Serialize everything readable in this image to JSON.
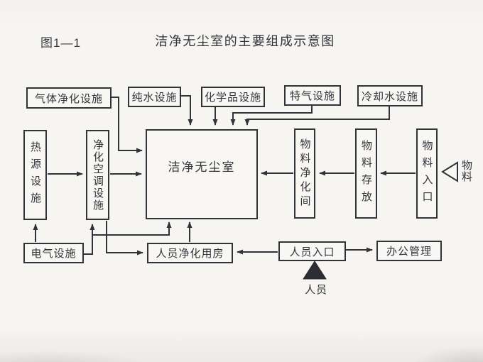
{
  "figure": {
    "number": "图1—1",
    "title": "洁净无尘室的主要组成示意图"
  },
  "nodes": {
    "gas_purification": "气体净化设施",
    "pure_water": "纯水设施",
    "chemical": "化学品设施",
    "special_gas": "特气设施",
    "cooling_water": "冷却水设施",
    "heat_source": "热源设施",
    "hvac": "净化空调设施",
    "cleanroom": "洁净无尘室",
    "material_purification": "物料净化间",
    "material_storage": "物料存放",
    "material_entrance": "物料入口",
    "electrical": "电气设施",
    "personnel_purification": "人员净化用房",
    "personnel_entrance": "人员入口",
    "office": "办公管理",
    "material_flow": "物料",
    "personnel_flow": "人员"
  },
  "edges": [
    {
      "from": "gas_purification",
      "to": "cleanroom"
    },
    {
      "from": "pure_water",
      "to": "cleanroom"
    },
    {
      "from": "chemical",
      "to": "cleanroom"
    },
    {
      "from": "special_gas",
      "to": "cleanroom"
    },
    {
      "from": "cooling_water",
      "to": "cleanroom"
    },
    {
      "from": "heat_source",
      "to": "hvac"
    },
    {
      "from": "hvac",
      "to": "cleanroom"
    },
    {
      "from": "material_entrance",
      "to": "material_storage"
    },
    {
      "from": "material_storage",
      "to": "material_purification"
    },
    {
      "from": "material_purification",
      "to": "cleanroom"
    },
    {
      "from": "electrical",
      "to": "heat_source"
    },
    {
      "from": "electrical",
      "to": "hvac"
    },
    {
      "from": "electrical",
      "to": "cleanroom"
    },
    {
      "from": "hvac",
      "to": "personnel_purification"
    },
    {
      "from": "personnel_purification",
      "to": "cleanroom"
    },
    {
      "from": "personnel_entrance",
      "to": "personnel_purification"
    },
    {
      "from": "personnel_entrance",
      "to": "office"
    },
    {
      "from": "material_flow",
      "to": "material_entrance"
    },
    {
      "from": "personnel_flow",
      "to": "personnel_entrance"
    }
  ],
  "colors": {
    "line": "#32323a",
    "paper": "#f7f5f2",
    "text": "#33333a"
  }
}
